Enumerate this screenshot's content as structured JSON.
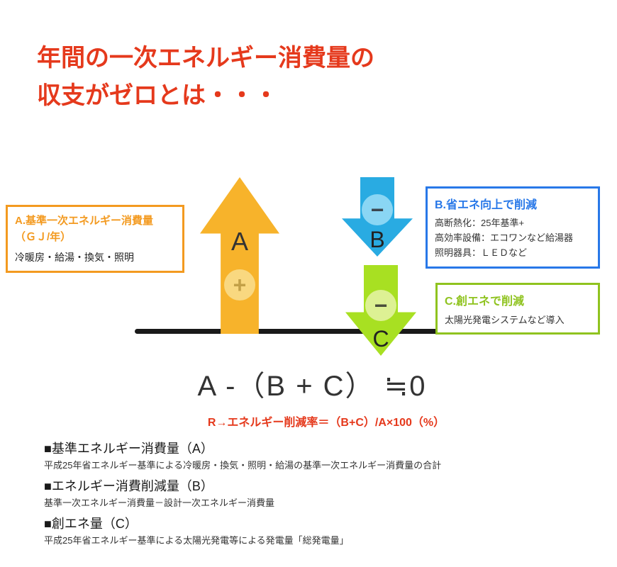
{
  "title": {
    "line1": "年間の一次エネルギー消費量の",
    "line2": "収支がゼロとは・・・"
  },
  "colors": {
    "title-red": "#e5391c",
    "arrow-a": "#f7b32b",
    "arrow-b": "#29abe2",
    "arrow-c": "#a8e022",
    "box-a-border": "#f39a20",
    "box-b-border": "#2878e8",
    "box-c-border": "#8fc31f"
  },
  "diagram": {
    "arrow_a_label": "A",
    "arrow_a_sign": "+",
    "arrow_b_label": "B",
    "arrow_b_sign": "−",
    "arrow_c_label": "C",
    "arrow_c_sign": "−",
    "box_a": {
      "title_line1": "A.基準一次エネルギー消費量",
      "title_line2": "（ＧＪ/年）",
      "body": "冷暖房・給湯・換気・照明"
    },
    "box_b": {
      "title": "B.省エネ向上で削減",
      "lines": [
        "高断熱化：25年基準+",
        "高効率設備：エコワンなど給湯器",
        "照明器具：ＬＥＤなど"
      ]
    },
    "box_c": {
      "title": "C.創エネで削減",
      "body": "太陽光発電システムなど導入"
    }
  },
  "formula": {
    "main": "A -（B + C） ≒0",
    "note": "R→エネルギー削減率＝（B+C）/A×100（%）"
  },
  "definitions": [
    {
      "heading": "■基準エネルギー消費量（A）",
      "detail": "平成25年省エネルギー基準による冷暖房・換気・照明・給湯の基準一次エネルギー消費量の合計"
    },
    {
      "heading": "■エネルギー消費削減量（B）",
      "detail": "基準一次エネルギー消費量－設計一次エネルギー消費量"
    },
    {
      "heading": "■創エネ量（C）",
      "detail": "平成25年省エネルギー基準による太陽光発電等による発電量「総発電量」"
    }
  ]
}
